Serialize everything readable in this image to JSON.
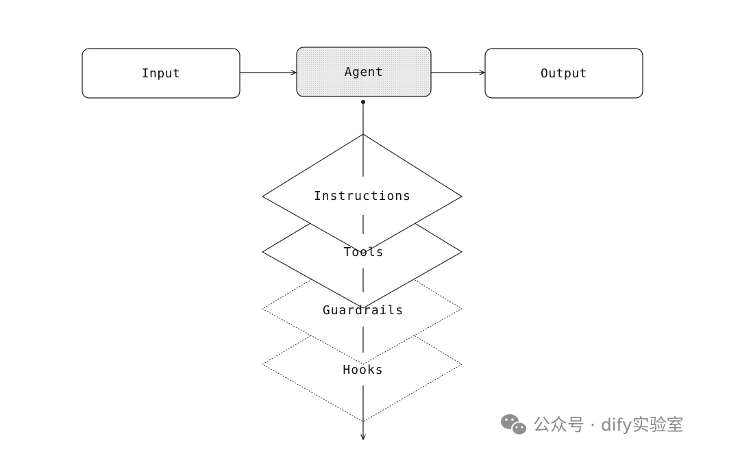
{
  "nodes": {
    "input": {
      "label": "Input"
    },
    "agent": {
      "label": "Agent"
    },
    "output": {
      "label": "Output"
    }
  },
  "layers": [
    {
      "label": "Instructions",
      "style": "solid"
    },
    {
      "label": "Tools",
      "style": "solid"
    },
    {
      "label": "Guardrails",
      "style": "dashed"
    },
    {
      "label": "Hooks",
      "style": "dashed"
    }
  ],
  "watermark": {
    "text": "公众号 · dify实验室",
    "icon": "wechat-icon"
  },
  "colors": {
    "stroke": "#1a1a1a",
    "agent_fill": "#e6e6e6",
    "watermark": "#8a8a8a"
  }
}
